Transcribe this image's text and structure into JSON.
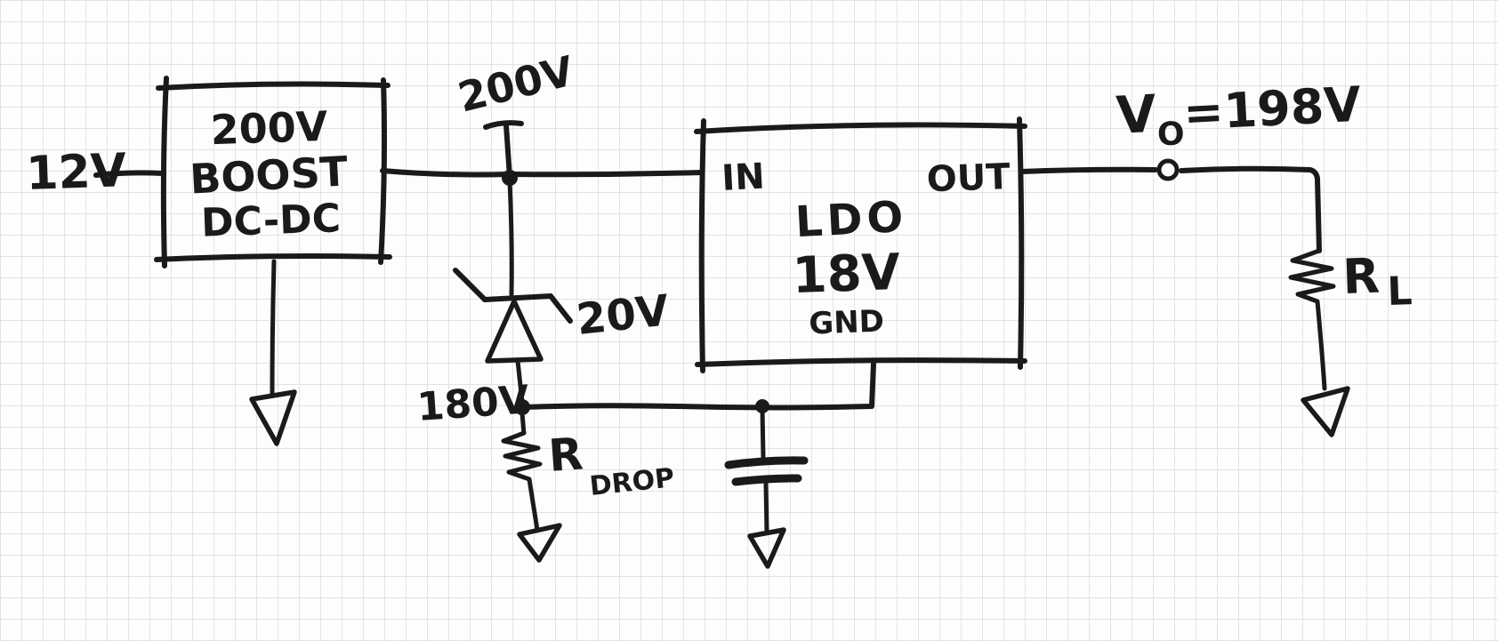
{
  "colors": {
    "ink": "#1a1a1a",
    "paper": "#fdfdfd",
    "grid": "#d9d9d9"
  },
  "schematic": {
    "source": {
      "input_voltage": "12V"
    },
    "boost": {
      "line1": "200V",
      "line2": "BOOST",
      "line3": "DC-DC"
    },
    "rail": {
      "voltage": "200V"
    },
    "zener": {
      "voltage": "20V"
    },
    "drop_node": {
      "voltage": "180V"
    },
    "rdrop": {
      "symbol": "R",
      "subscript": "DROP"
    },
    "ldo": {
      "pin_in": "IN",
      "pin_out": "OUT",
      "name": "LDO",
      "voltage": "18V",
      "pin_gnd": "GND"
    },
    "output": {
      "symbol": "V",
      "subscript": "O",
      "value": "=198V"
    },
    "rload": {
      "symbol": "R",
      "subscript": "L"
    }
  }
}
